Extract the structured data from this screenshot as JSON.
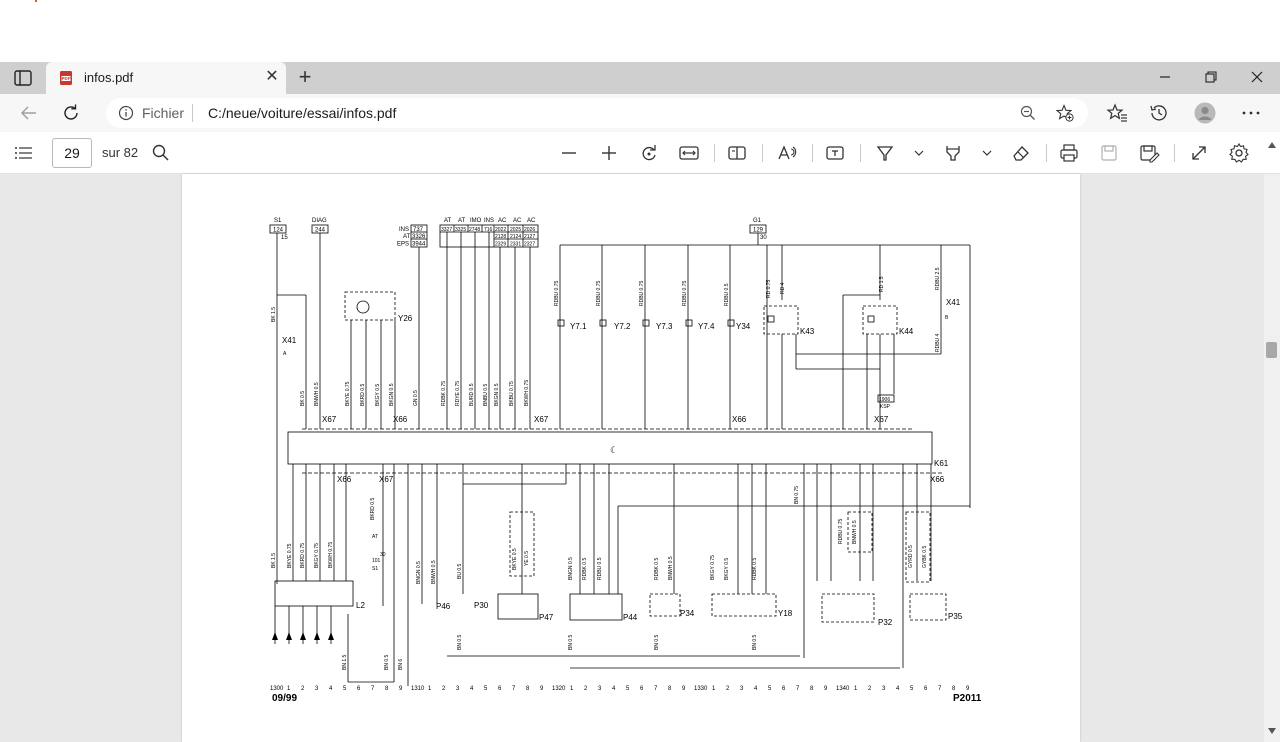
{
  "tab": {
    "title": "infos.pdf",
    "close_label": "✕"
  },
  "newtab_label": "+",
  "address": {
    "scheme": "Fichier",
    "url": "C:/neue/voiture/essai/infos.pdf"
  },
  "pdf_toolbar": {
    "page_number": "29",
    "page_total": "sur 82"
  },
  "diagram": {
    "top_labels": {
      "s1": "S1",
      "s1_box": "124",
      "s1_sub": "15",
      "diag": "DIAG",
      "diag_box": "244",
      "ins": "INS",
      "ins_box": "737",
      "at": "AT",
      "at_box": "3326",
      "eps": "EPS",
      "eps_box": "3944",
      "g1": "G1",
      "g1_box": "129",
      "g1_sub": "30",
      "col_heads": [
        "AT",
        "AT",
        "IMO",
        "INS",
        "AC",
        "AC",
        "AC"
      ],
      "col_boxes_row1": [
        "3327",
        "3325",
        "2748",
        "716",
        "2022",
        "2025",
        "2026"
      ],
      "col_boxes_row2": [
        "2128",
        "2124",
        "2127"
      ],
      "col_boxes_row3": [
        "2329",
        "2331",
        "2327"
      ]
    },
    "components": {
      "x41_left": "X41",
      "x41_left_pin": "A",
      "x41_right": "X41",
      "x41_right_pin": "B",
      "y26": "Y26",
      "y71": "Y7.1",
      "y72": "Y7.2",
      "y73": "Y7.3",
      "y74": "Y7.4",
      "y34": "Y34",
      "k43": "K43",
      "k44": "K44",
      "ksp": "KSP",
      "ksp_box": "1906",
      "x67_a": "X67",
      "x66_a": "X66",
      "x67_b": "X67",
      "x66_b": "X66",
      "x67_c": "X67",
      "k61": "K61",
      "x66_c": "X66",
      "x66_d": "X66",
      "x67_d": "X67",
      "l2": "L2",
      "p46": "P46",
      "p30": "P30",
      "p47": "P47",
      "p44": "P44",
      "p34": "P34",
      "y18": "Y18",
      "p32": "P32",
      "p35": "P35",
      "at_small": "AT",
      "s1_small": "S1",
      "s1_small_box": "101",
      "s1_small_sub": "30"
    },
    "wire_labels_top": [
      "BK 1.5",
      "BK 0.5",
      "BNWH 0.5",
      "BKYE 0.75",
      "BKRD 0.5",
      "BKGY 0.5",
      "BKGN 0.5",
      "GN 0.5",
      "RDBK 0.75",
      "RDYE 0.75",
      "BURD 0.5",
      "BNBU 0.5",
      "BKGN 0.5",
      "BKBU 0.75",
      "BKWH 0.75",
      "RDBU 0.75",
      "RDBU 0.75",
      "RDBU 0.75",
      "RDBU 0.75",
      "RDBU 0.5",
      "RD 0.75",
      "RD 4",
      "RD 1.5",
      "RDBU 2.5",
      "RDBU 4"
    ],
    "wire_labels_bottom": [
      "BK 1.5",
      "BKYE 0.75",
      "BKRD 0.75",
      "BKGY 0.75",
      "BKWH 0.75",
      "BKRD 0.5",
      "BNGN 0.5",
      "BNWH 0.5",
      "BU 0.5",
      "BKYE 0.5",
      "YE 0.5",
      "BNGN 0.5",
      "RDBK 0.5",
      "RDBU 0.5",
      "RDBK 0.5",
      "BNWH 0.5",
      "BKGY 0.75",
      "BKGY 0.5",
      "RDBK 0.5",
      "BN 0.75",
      "RDBU 0.75",
      "BNWH 0.5",
      "GYRD 0.5",
      "GYBK 0.5"
    ],
    "bottom_refs": [
      "BN 1.5",
      "BN 0.5",
      "BN 6",
      "BN 0.5",
      "BN 0.5",
      "BN 0.5",
      "BN 0.5"
    ],
    "scale_groups": [
      "1300",
      "1310",
      "1320",
      "1330",
      "1340"
    ],
    "scale_digits": [
      "1",
      "2",
      "3",
      "4",
      "5",
      "6",
      "7",
      "8",
      "9"
    ],
    "date_code": "09/99",
    "page_code": "P2011"
  }
}
